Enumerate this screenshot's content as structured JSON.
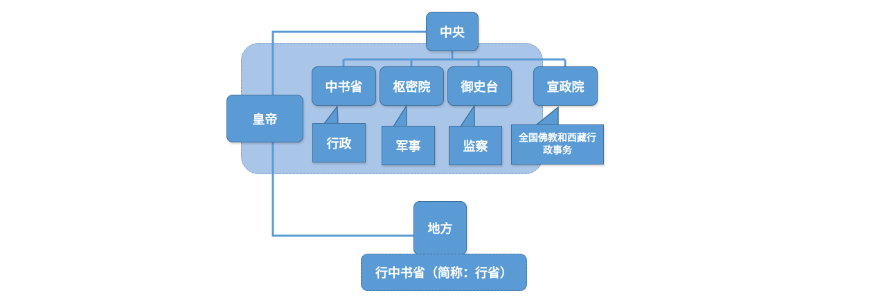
{
  "diagram": {
    "emperor": "皇帝",
    "central": "中央",
    "local": "地方",
    "local_unit": "行中书省（简称：行省）",
    "departments": [
      {
        "name": "中书省",
        "role": "行政"
      },
      {
        "name": "枢密院",
        "role": "军事"
      },
      {
        "name": "御史台",
        "role": "监察"
      },
      {
        "name": "宣政院",
        "role": "全国佛教和西藏行政事务"
      }
    ]
  },
  "colors": {
    "box_fill": "#5b9bd5",
    "box_border": "#41719c",
    "region_fill": "#a9c5e8",
    "line": "#5b9bd5"
  }
}
